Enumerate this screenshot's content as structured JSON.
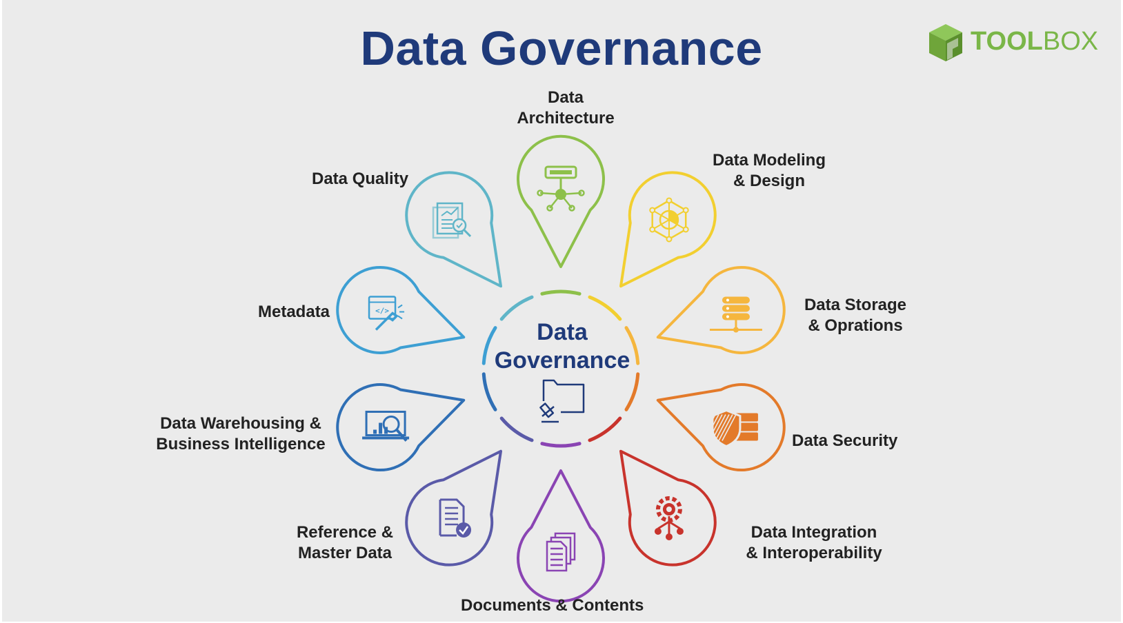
{
  "title": "Data Governance",
  "logo": {
    "brand_bold": "TOOL",
    "brand_light": "BOX",
    "color": "#7ab648"
  },
  "center": {
    "title_line1": "Data",
    "title_line2": "Governance",
    "icon": "gavel-folder-icon",
    "color": "#1f3a7a"
  },
  "petals": [
    {
      "label_lines": [
        "Data",
        "Architecture"
      ],
      "color": "#8dc04a",
      "icon": "architecture-network-icon"
    },
    {
      "label_lines": [
        "Data Modeling",
        "& Design"
      ],
      "color": "#f2cf30",
      "icon": "network-cube-icon"
    },
    {
      "label_lines": [
        "Data Storage",
        "& Oprations"
      ],
      "color": "#f5b63e",
      "icon": "database-server-icon"
    },
    {
      "label_lines": [
        "Data Security"
      ],
      "color": "#e37a2a",
      "icon": "security-shield-icon"
    },
    {
      "label_lines": [
        "Data Integration",
        "& Interoperability"
      ],
      "color": "#c8332c",
      "icon": "gear-integration-icon"
    },
    {
      "label_lines": [
        "Documents & Contents"
      ],
      "color": "#8a44b3",
      "icon": "documents-stack-icon"
    },
    {
      "label_lines": [
        "Reference &",
        "Master Data"
      ],
      "color": "#5a5aa8",
      "icon": "document-check-icon"
    },
    {
      "label_lines": [
        "Data Warehousing &",
        "Business Intelligence"
      ],
      "color": "#2f6fb5",
      "icon": "analytics-monitor-icon"
    },
    {
      "label_lines": [
        "Metadata"
      ],
      "color": "#3d9fd3",
      "icon": "code-tool-icon"
    },
    {
      "label_lines": [
        "Data Quality"
      ],
      "color": "#5fb5c8",
      "icon": "report-inspect-icon"
    }
  ]
}
